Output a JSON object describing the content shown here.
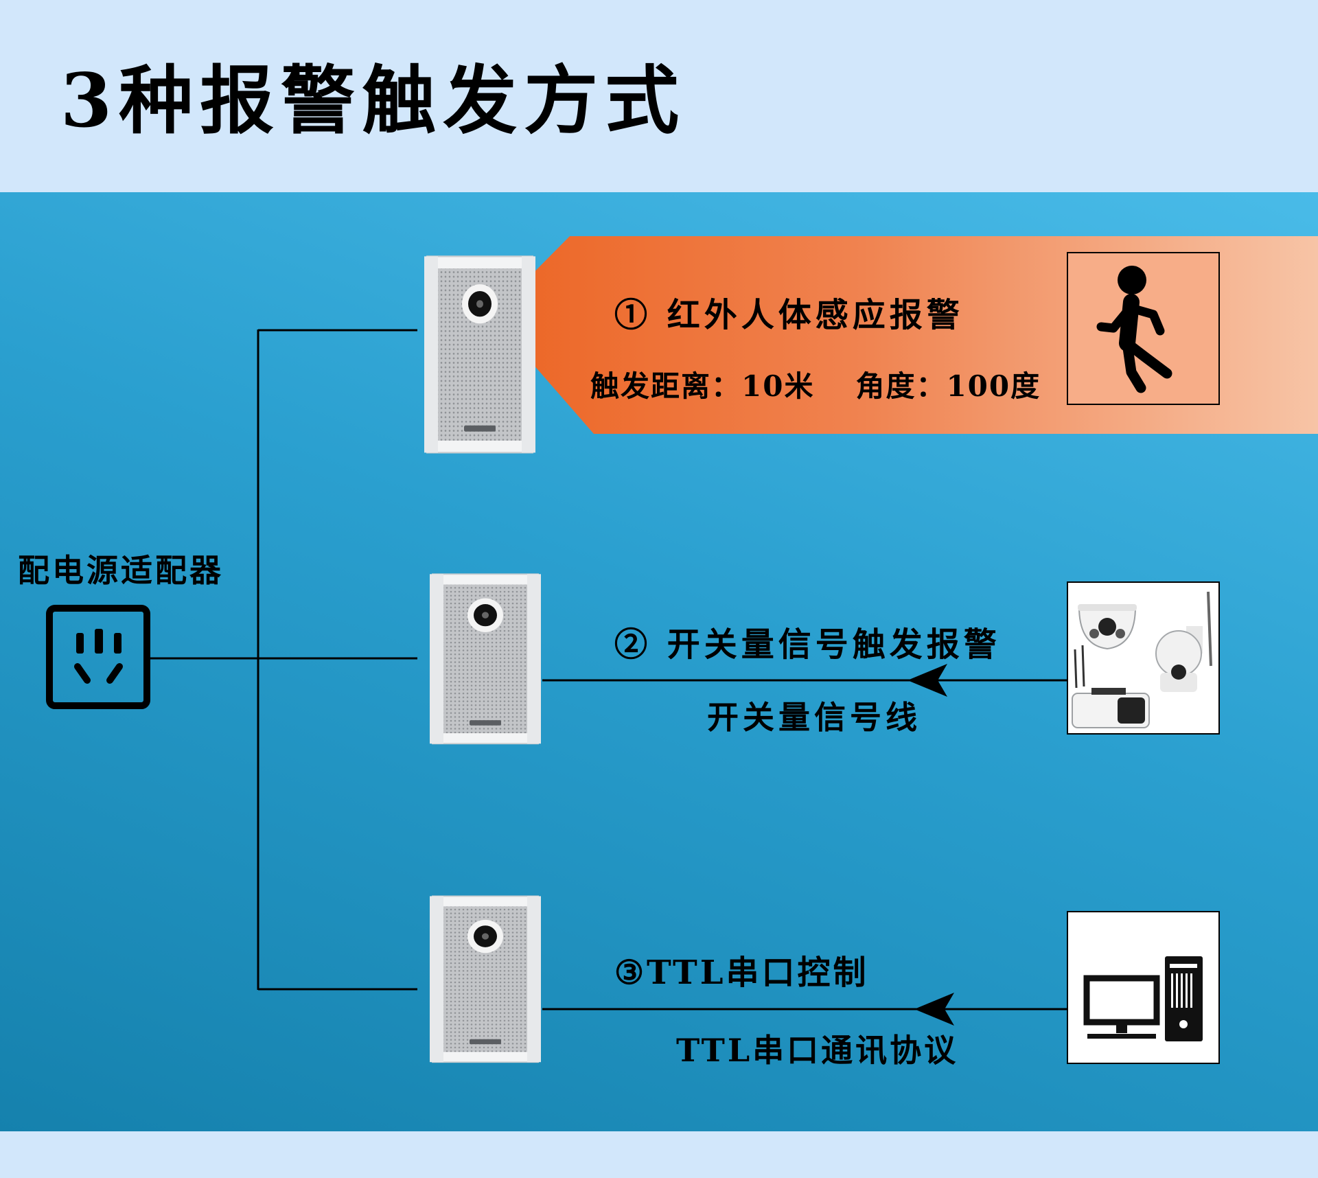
{
  "title": "3种报警触发方式",
  "power": {
    "label": "配电源适配器"
  },
  "modes": [
    {
      "title": "① 红外人体感应报警",
      "distance_label": "触发距离：10米",
      "angle_label": "角度：100度"
    },
    {
      "title": "② 开关量信号触发报警",
      "line_label": "开关量信号线"
    },
    {
      "title": "③TTL串口控制",
      "line_label": "TTL串口通讯协议"
    }
  ],
  "colors": {
    "page_background": "#d2e7fb",
    "panel_top": "#49bbe8",
    "panel_bottom": "#1581ad",
    "beam_dark": "#ec6524",
    "beam_light": "#f7c4a6",
    "line": "#000000"
  },
  "icons": [
    "power-socket-icon",
    "running-person-icon",
    "security-cameras-icon",
    "computer-icon",
    "speaker-icon"
  ]
}
